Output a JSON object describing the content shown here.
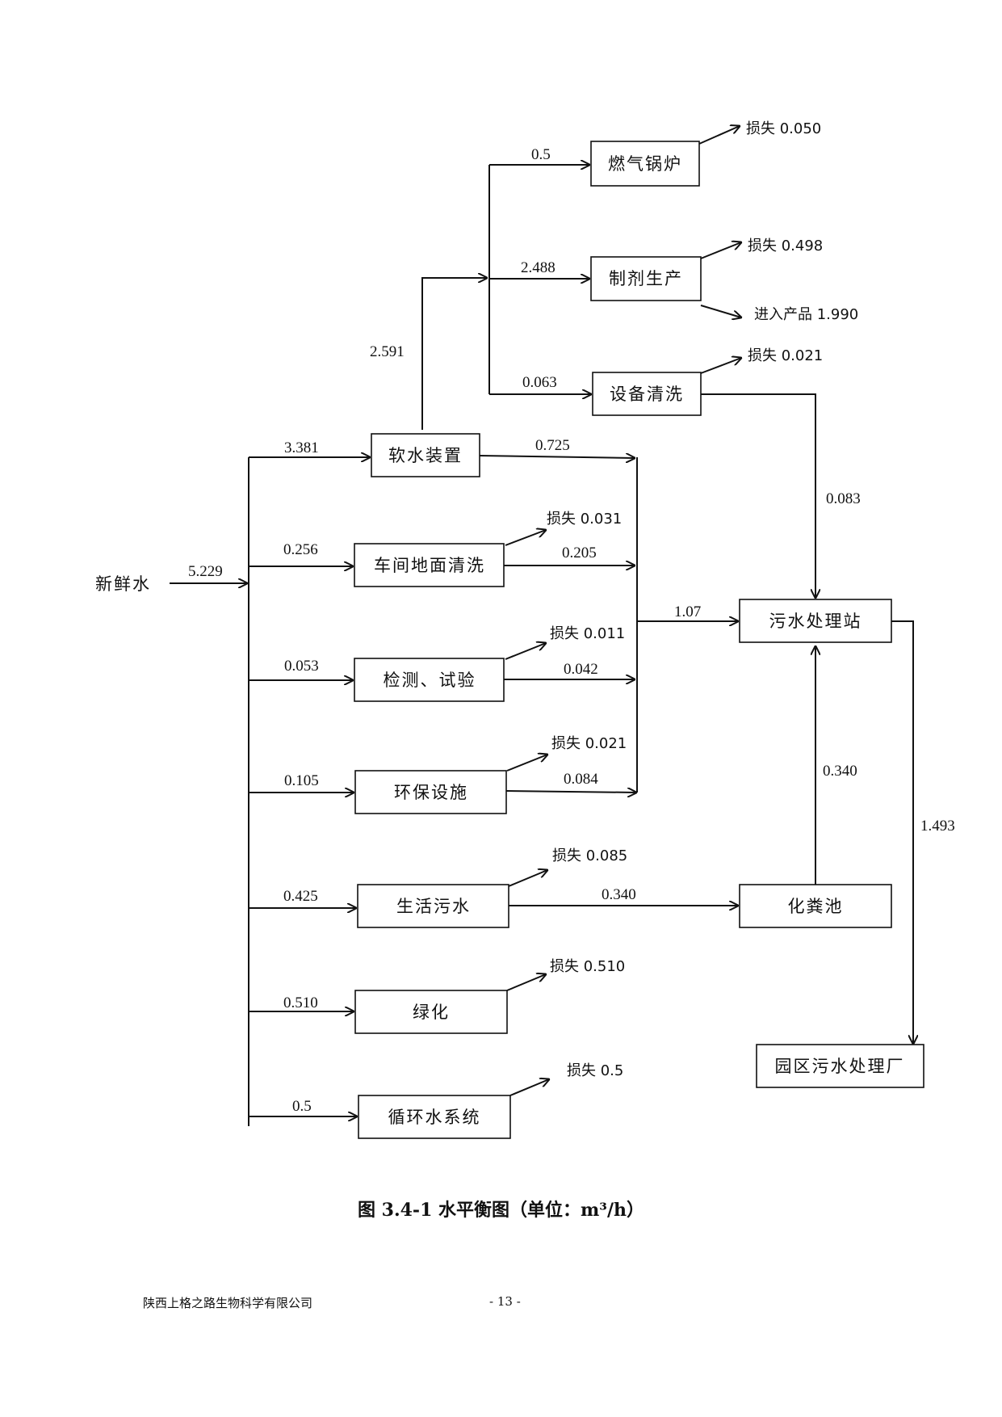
{
  "nodes": {
    "fresh_water": "新鲜水",
    "softener": "软水装置",
    "boiler": "燃气锅炉",
    "preparation": "制剂生产",
    "equipment_cleaning": "设备清洗",
    "floor_cleaning": "车间地面清洗",
    "testing": "检测、试验",
    "env_facility": "环保设施",
    "domestic_sewage": "生活污水",
    "greening": "绿化",
    "circulating_water": "循环水系统",
    "sewage_station": "污水处理站",
    "septic_tank": "化粪池",
    "park_plant": "园区污水处理厂"
  },
  "flows": {
    "fresh_in": "5.229",
    "to_softener": "3.381",
    "softener_up": "2.591",
    "to_boiler": "0.5",
    "to_preparation": "2.488",
    "to_equipment_cleaning": "0.063",
    "softener_discharge": "0.725",
    "to_floor_cleaning": "0.256",
    "floor_discharge": "0.205",
    "to_testing": "0.053",
    "testing_discharge": "0.042",
    "to_env_facility": "0.105",
    "env_discharge": "0.084",
    "to_domestic": "0.425",
    "domestic_to_septic": "0.340",
    "to_greening": "0.510",
    "to_circulating": "0.5",
    "combined_to_station": "1.07",
    "cleaning_to_station": "0.083",
    "septic_to_station": "0.340",
    "station_to_park": "1.493"
  },
  "losses": {
    "boiler": "损失 0.050",
    "preparation": "损失 0.498",
    "preparation_product": "进入产品 1.990",
    "equipment_cleaning": "损失 0.021",
    "floor_cleaning": "损失 0.031",
    "testing": "损失 0.011",
    "env_facility": "损失 0.021",
    "domestic": "损失 0.085",
    "greening": "损失 0.510",
    "circulating": "损失 0.5"
  },
  "caption": "图 3.4-1  水平衡图（单位：m³/h）",
  "footer": {
    "company": "陕西上格之路生物科学有限公司",
    "page": "- 13 -"
  }
}
